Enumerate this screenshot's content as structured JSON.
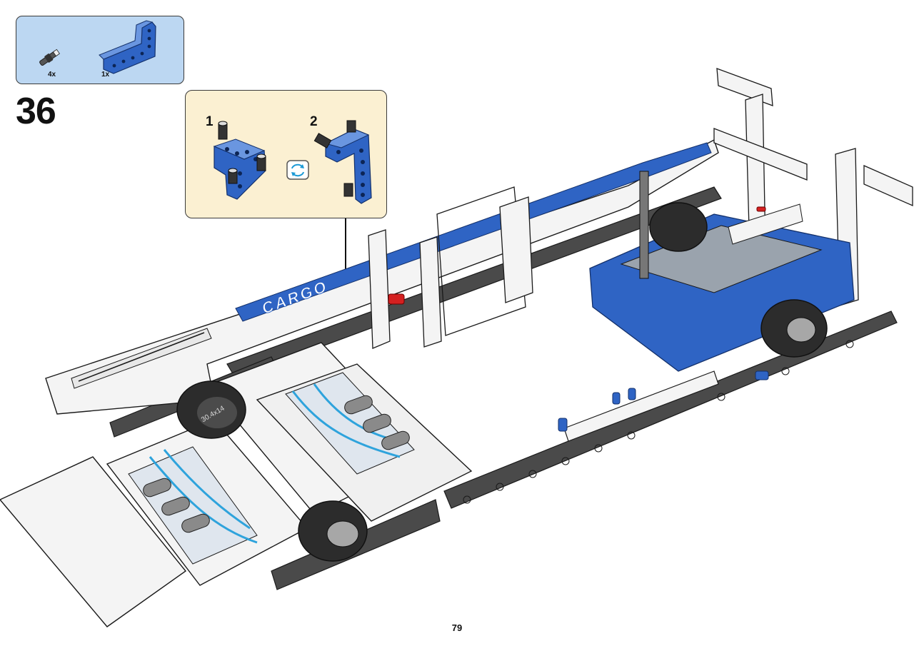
{
  "parts_list": {
    "items": [
      {
        "part": "axle-connector-pin",
        "quantity": "4x"
      },
      {
        "part": "blue-l-shaped-beam",
        "quantity": "1x"
      }
    ]
  },
  "step": {
    "number": "36"
  },
  "sub_assembly": {
    "steps": [
      {
        "number": "1"
      },
      {
        "number": "2"
      }
    ],
    "rotate_icon": "rotate-icon"
  },
  "model": {
    "decal_text": "CARGO",
    "tire_text": "30.4x14",
    "colors": {
      "blue": "#2f64c4",
      "white": "#f4f4f4",
      "dark_grey": "#4a4a4a",
      "red": "#d42020",
      "light_blue": "#2ea3dc"
    }
  },
  "page": {
    "number": "79"
  }
}
